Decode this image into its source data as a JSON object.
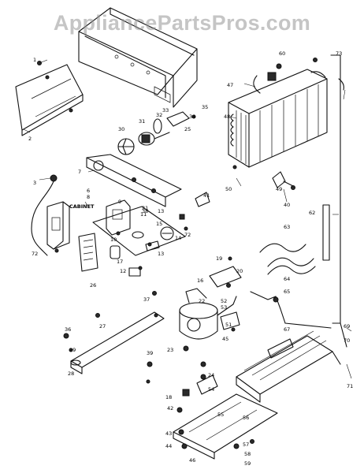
{
  "watermark": "AppliancePartsPros.com",
  "colors": {
    "line": "#111111",
    "background": "#ffffff",
    "watermark": "#969696"
  },
  "labels": {
    "cabinet": "CABINET",
    "l1": "1",
    "l2": "2",
    "l3": "3",
    "l6": "6",
    "l7": "7",
    "l8": "8",
    "l9": "9",
    "l10": "10",
    "l11": "11",
    "l12": "12",
    "l13a": "13",
    "l13b": "13",
    "l14": "14",
    "l15": "15",
    "l16": "16",
    "l17": "17",
    "l18": "18",
    "l19": "19",
    "l20": "20",
    "l21": "21",
    "l22": "22",
    "l23": "23",
    "l24": "24",
    "l25": "25",
    "l26": "26",
    "l27": "27",
    "l28": "28",
    "l29": "29",
    "l30": "30",
    "l31": "31",
    "l32": "32",
    "l33": "33",
    "l34": "34",
    "l35": "35",
    "l36": "36",
    "l37": "37",
    "l38": "38",
    "l39": "39",
    "l40": "40",
    "l41": "41",
    "l42": "42",
    "l43": "43",
    "l44": "44",
    "l45": "45",
    "l46": "46",
    "l47": "47",
    "l48": "48",
    "l49": "49",
    "l50": "50",
    "l51": "51",
    "l52": "52",
    "l53": "53",
    "l54": "54",
    "l55": "55",
    "l56": "56",
    "l57": "57",
    "l58": "58",
    "l59": "59",
    "l60": "60",
    "l62": "62",
    "l63": "63",
    "l64": "64",
    "l65": "65",
    "l67": "67",
    "l69": "69",
    "l70": "70",
    "l71": "71",
    "l72a": "72",
    "l72b": "72",
    "l73": "73"
  }
}
